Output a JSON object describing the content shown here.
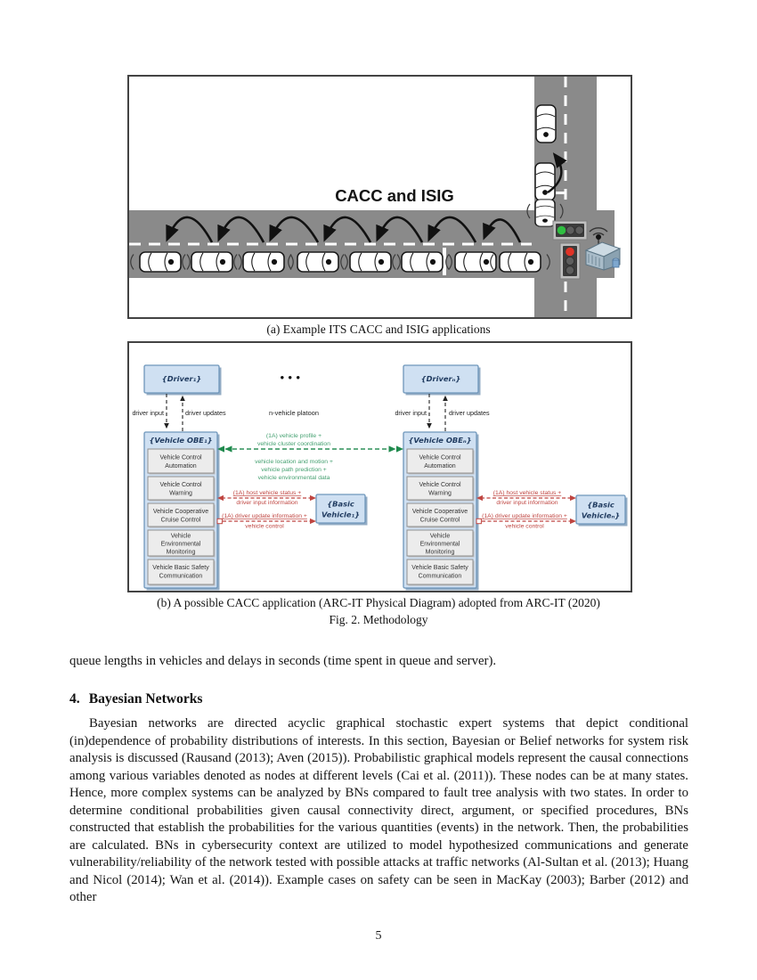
{
  "fig_a": {
    "caption": "(a) Example ITS CACC and ISIG applications",
    "road_label": "CACC and ISIG"
  },
  "fig_b": {
    "caption": "(b) A possible CACC application (ARC-IT Physical Diagram) adopted from ARC-IT (2020)",
    "fig_label": "Fig. 2. Methodology",
    "driver1": "{Driver₁}",
    "driver_n": "{Driverₙ}",
    "ellipsis": "•••",
    "driver_input": "driver input",
    "driver_updates": "driver updates",
    "platoon_label": "n-vehicle platoon",
    "obe1": "{Vehicle OBE₁}",
    "obe_n": "{Vehicle OBEₙ}",
    "modules": [
      [
        "Vehicle Control",
        "Automation"
      ],
      [
        "Vehicle Control",
        "Warning"
      ],
      [
        "Vehicle Cooperative",
        "Cruise Control"
      ],
      [
        "Vehicle",
        "Environmental",
        "Monitoring"
      ],
      [
        "Vehicle Basic Safety",
        "Communication"
      ]
    ],
    "green_top": [
      "(1A) vehicle profile +",
      "vehicle cluster coordination"
    ],
    "green_bottom": [
      "vehicle location and motion +",
      "vehicle path prediction +",
      "vehicle environmental data"
    ],
    "red1": [
      "(1A) host vehicle status +",
      "driver input information"
    ],
    "red2": [
      "(1A) driver update information +",
      "vehicle control"
    ],
    "basic1": [
      "{Basic",
      "Vehicle₁}"
    ],
    "basic_n": [
      "{Basic",
      "Vehicleₙ}"
    ]
  },
  "text": {
    "para_intro": "queue lengths in vehicles and delays in seconds (time spent in queue and server).",
    "section_number": "4.",
    "section_title": "Bayesian Networks",
    "para_body": "Bayesian networks are directed acyclic graphical stochastic expert systems that depict conditional (in)dependence of probability distributions of interests. In this section, Bayesian or Belief networks for system risk analysis is discussed (Rausand (2013); Aven (2015)). Probabilistic graphical models represent the causal connections among various variables denoted as nodes at different levels (Cai et al. (2011)). These nodes can be at many states. Hence, more complex systems can be analyzed by BNs compared to fault tree analysis with two states. In order to determine conditional probabilities given causal connectivity direct, argument, or specified procedures, BNs constructed that establish the probabilities for the various quantities (events) in the network. Then, the probabilities are calculated. BNs in cybersecurity context are utilized to model hypothesized communications and generate vulnerability/reliability of the network tested with possible attacks at traffic networks (Al-Sultan et al. (2013); Huang and Nicol (2014); Wan et al. (2014)). Example cases on safety can be seen in MacKay (2003); Barber (2012) and other"
  },
  "page_number": "5",
  "colors": {
    "road": "#8a8a8a",
    "green_signal": "#2fbe41",
    "red_signal": "#e03226",
    "green_message": "#44a070",
    "red_message": "#bf4540",
    "box_blue": "#cfe0f2",
    "box_blue_border": "#6e96bb"
  }
}
